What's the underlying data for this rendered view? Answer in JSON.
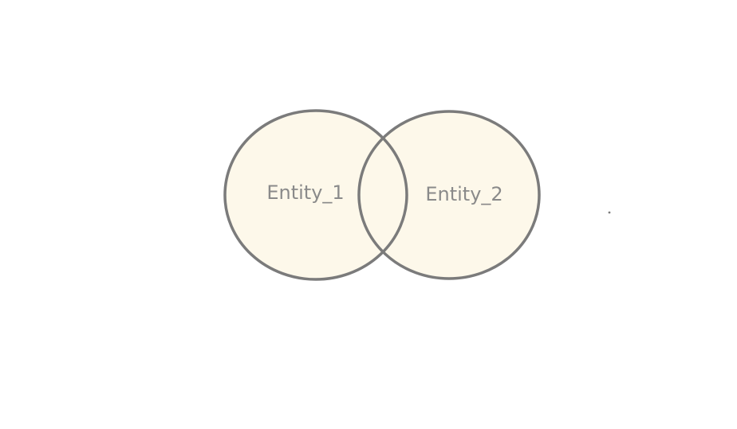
{
  "diagram": {
    "type": "venn",
    "entities": [
      {
        "label": "Entity_1"
      },
      {
        "label": "Entity_2"
      }
    ],
    "colors": {
      "fill": "#fdf8ea",
      "stroke": "#7b7b7b",
      "label": "#8a8a8a",
      "background": "#ffffff"
    }
  }
}
